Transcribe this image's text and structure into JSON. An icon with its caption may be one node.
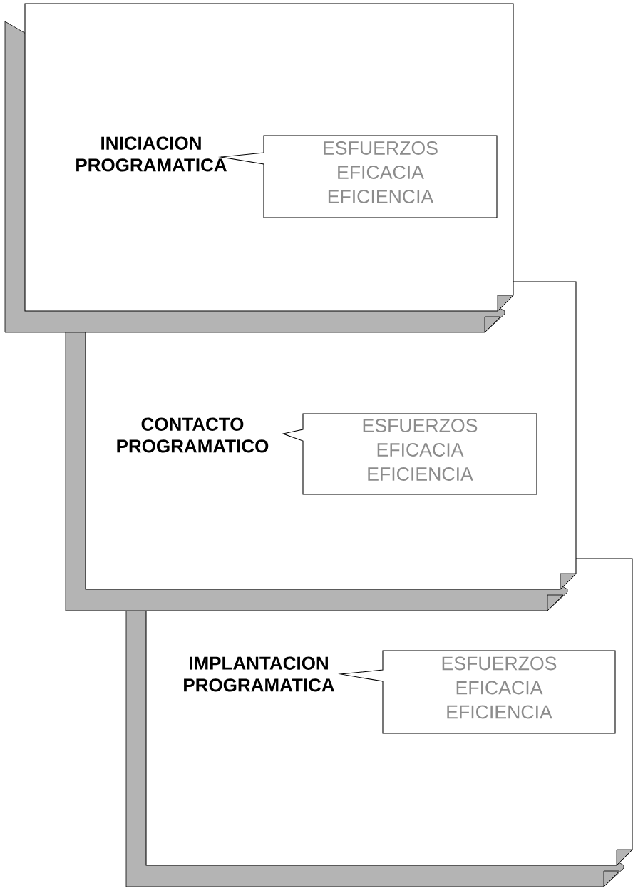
{
  "diagram": {
    "nodes": [
      {
        "text": [
          "INICIACION PROGRAMATICA"
        ]
      },
      {
        "text": [
          "ESFUERZOS EFICACIA EFICIENCIA"
        ],
        "in": 0
      },
      {
        "text": [
          "CONTACTO PROGRAMATICO"
        ]
      },
      {
        "text": [
          "ESFUERZOS EFICACIA EFICIENCIA"
        ],
        "in": 2
      },
      {
        "text": [
          "IMPLANTACION PROGRAMATICA"
        ]
      },
      {
        "text": [
          "ESFUERZOS EFICACIA EFICIENCIA"
        ],
        "in": 4
      }
    ]
  }
}
